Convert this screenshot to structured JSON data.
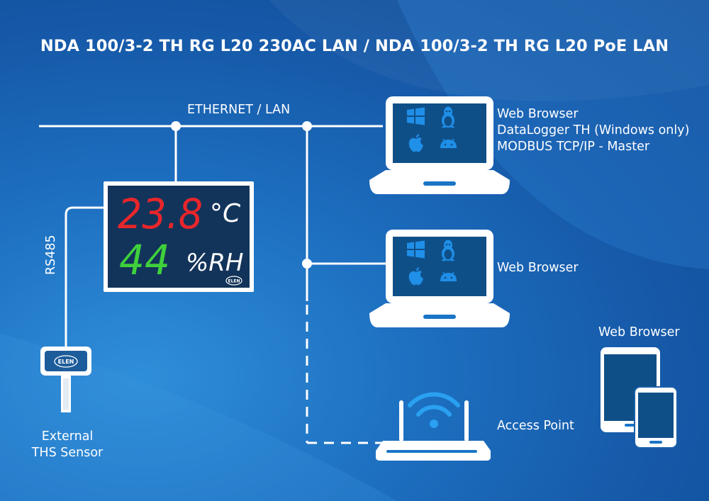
{
  "title": "NDA  100/3-2 TH RG L20 230AC LAN   /   NDA  100/3-2 TH RG L20 PoE LAN",
  "network_label": "ETHERNET / LAN",
  "bus_label": "RS485",
  "display": {
    "temperature": "23.8",
    "temp_unit": "°C",
    "humidity": "44",
    "humidity_unit": "%RH",
    "logo": "ELEN",
    "temp_color": "#e8262b",
    "humidity_color": "#3fd13b",
    "panel_color": "#13345a"
  },
  "sensor": {
    "logo": "ELEN",
    "label_line1": "External",
    "label_line2": "THS Sensor"
  },
  "laptop1": {
    "line1": "Web Browser",
    "line2": "DataLogger TH (Windows only)",
    "line3": "MODBUS TCP/IP - Master",
    "icons": [
      "windows-icon",
      "linux-icon",
      "apple-icon",
      "android-icon"
    ]
  },
  "laptop2": {
    "line1": "Web Browser",
    "icons": [
      "windows-icon",
      "linux-icon",
      "apple-icon",
      "android-icon"
    ]
  },
  "mobile": {
    "label": "Web Browser"
  },
  "access_point": {
    "label": "Access Point"
  },
  "colors": {
    "line": "#ffffff",
    "accent": "#1a75c7",
    "screen": "#0f4f88"
  }
}
